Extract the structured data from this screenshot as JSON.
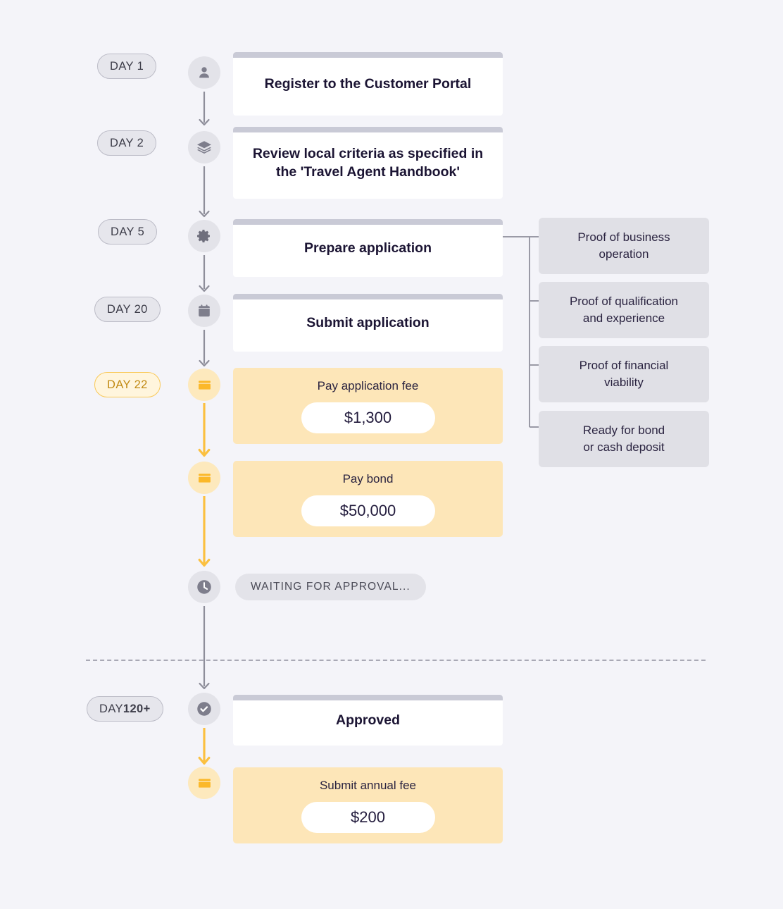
{
  "theme": {
    "background": "#f4f4f9",
    "card_bg": "#ffffff",
    "card_topbar": "#c9cad6",
    "node_grey": "#e3e3e9",
    "node_amber": "#fde9bd",
    "accent_amber": "#fbb829",
    "pay_card_bg": "#fde6b8",
    "side_box_bg": "#e0e0e6",
    "pill_bg": "#e6e6ec",
    "pill_border": "#bcbcc7",
    "pill_amber_bg": "#fff5dd",
    "pill_amber_border": "#f9c959",
    "pill_amber_text": "#c18a13",
    "text_dark": "#1b1433",
    "connector_grey": "#8e8e9a"
  },
  "timeline": {
    "steps": [
      {
        "id": "register",
        "day_label": "DAY 1",
        "day_accent": false,
        "icon": "person-icon",
        "icon_accent": false,
        "type": "card",
        "title": "Register to the Customer Portal"
      },
      {
        "id": "review-criteria",
        "day_label": "DAY 2",
        "day_accent": false,
        "icon": "layers-icon",
        "icon_accent": false,
        "type": "card",
        "title": "Review local criteria as specified in the 'Travel Agent Handbook'"
      },
      {
        "id": "prepare-application",
        "day_label": "DAY 5",
        "day_accent": false,
        "icon": "gear-icon",
        "icon_accent": false,
        "type": "card",
        "title": "Prepare application"
      },
      {
        "id": "submit-application",
        "day_label": "DAY 20",
        "day_accent": false,
        "icon": "calendar-icon",
        "icon_accent": false,
        "type": "card",
        "title": "Submit application"
      },
      {
        "id": "pay-application-fee",
        "day_label": "DAY 22",
        "day_accent": true,
        "icon": "credit-card-icon",
        "icon_accent": true,
        "type": "payment",
        "title": "Pay application fee",
        "amount": "$1,300"
      },
      {
        "id": "pay-bond",
        "day_label": "",
        "day_accent": false,
        "icon": "credit-card-icon",
        "icon_accent": true,
        "type": "payment",
        "title": "Pay bond",
        "amount": "$50,000"
      },
      {
        "id": "waiting-for-approval",
        "day_label": "",
        "day_accent": false,
        "icon": "clock-icon",
        "icon_accent": false,
        "type": "status",
        "title": "WAITING FOR APPROVAL..."
      },
      {
        "id": "approved",
        "day_label_prefix": "DAY ",
        "day_label_strong": "120+",
        "day_accent": false,
        "icon": "check-circle-icon",
        "icon_accent": false,
        "type": "card",
        "title": "Approved"
      },
      {
        "id": "submit-annual-fee",
        "day_label": "",
        "day_accent": false,
        "icon": "credit-card-icon",
        "icon_accent": true,
        "type": "payment",
        "title": "Submit annual fee",
        "amount": "$200"
      }
    ]
  },
  "requirements": {
    "source_step": "prepare-application",
    "items": [
      {
        "id": "proof-business-operation",
        "line1": "Proof of business",
        "line2": "operation"
      },
      {
        "id": "proof-qualification",
        "line1": "Proof of qualification",
        "line2": "and experience"
      },
      {
        "id": "proof-financial-viability",
        "line1": "Proof of financial",
        "line2": "viability"
      },
      {
        "id": "ready-for-bond",
        "line1": "Ready for bond",
        "line2": "or cash deposit"
      }
    ]
  }
}
